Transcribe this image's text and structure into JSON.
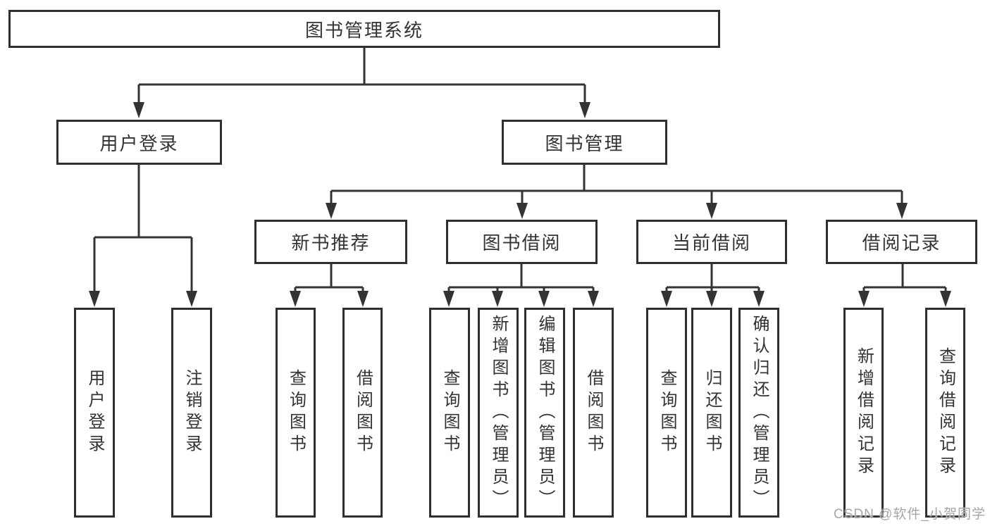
{
  "diagram": {
    "root": "图书管理系统",
    "branches": [
      {
        "label": "用户登录",
        "children": [
          "用户登录",
          "注销登录"
        ]
      },
      {
        "label": "图书管理",
        "groups": [
          {
            "label": "新书推荐",
            "children": [
              "查询图书",
              "借阅图书"
            ]
          },
          {
            "label": "图书借阅",
            "children": [
              "查询图书",
              "新增图书（管理员）",
              "编辑图书（管理员）",
              "借阅图书"
            ]
          },
          {
            "label": "当前借阅",
            "children": [
              "查询图书",
              "归还图书",
              "确认归还（管理员）"
            ]
          },
          {
            "label": "借阅记录",
            "children": [
              "新增借阅记录",
              "查询借阅记录"
            ]
          }
        ]
      }
    ]
  },
  "watermark": {
    "text": "CSDN @软件_小贺同学"
  },
  "colors": {
    "background": "#ffffff",
    "line": "#333333",
    "border": "#2f2f2f",
    "text": "#333333",
    "watermark": "#a6a6a6"
  }
}
